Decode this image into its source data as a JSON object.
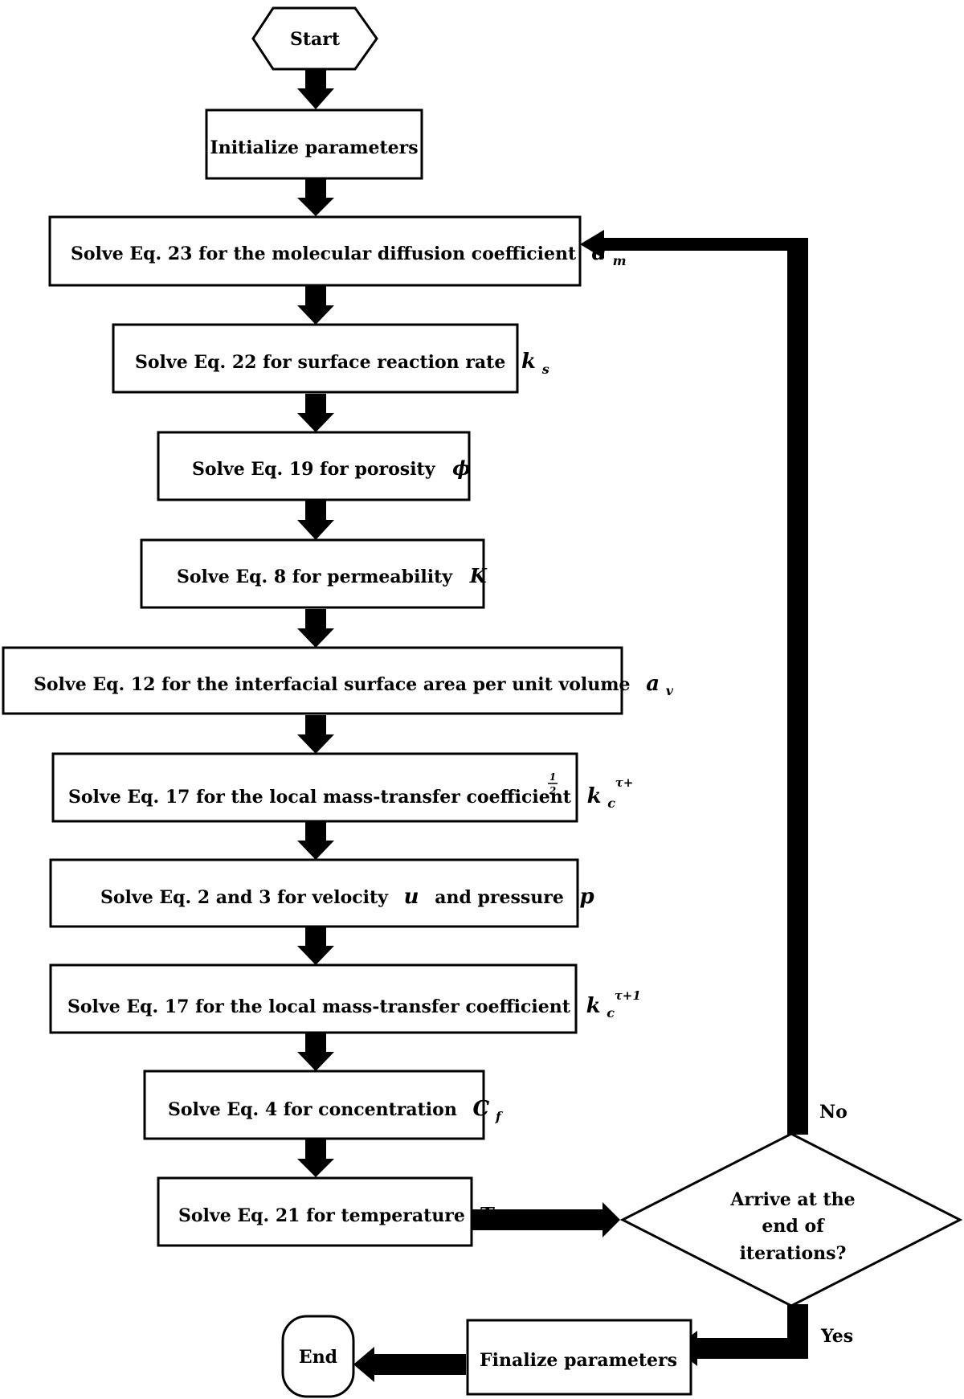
{
  "nodes": {
    "start": "Start",
    "init": "Initialize parameters",
    "dm": {
      "text": "Solve Eq. 23 for the molecular diffusion coefficient",
      "symbol": "d",
      "sub": "m"
    },
    "ks": {
      "text": "Solve Eq. 22 for surface reaction rate",
      "symbol": "k",
      "sub": "s"
    },
    "phi": {
      "text": "Solve Eq. 19 for porosity",
      "symbol": "ϕ"
    },
    "perm": {
      "text": "Solve Eq. 8 for permeability",
      "symbol": "K"
    },
    "av": {
      "text": "Solve Eq. 12 for the interfacial surface area per unit volume",
      "symbol": "a",
      "sub": "v"
    },
    "kc_half": {
      "text": "Solve Eq. 17 for the local mass-transfer coefficient",
      "symbol": "k",
      "sub": "c",
      "sup_pre": "τ+",
      "frac_num": "1",
      "frac_den": "2"
    },
    "vel": {
      "text": "Solve Eq. 2 and 3 for velocity",
      "symbol1": "u",
      "mid": "and pressure",
      "symbol2": "p"
    },
    "kc_full": {
      "text": "Solve Eq. 17 for the local mass-transfer coefficient",
      "symbol": "k",
      "sub": "c",
      "sup": "τ+1"
    },
    "conc": {
      "text": "Solve Eq. 4 for concentration",
      "symbol": "C",
      "sub": "f"
    },
    "temp": {
      "text": "Solve Eq. 21 for temperature",
      "symbol": "T"
    },
    "decision": {
      "line1": "Arrive at the",
      "line2": "end of",
      "line3": "iterations?"
    },
    "finalize": "Finalize parameters",
    "end": "End"
  },
  "edges": {
    "no_label": "No",
    "yes_label": "Yes"
  },
  "colors": {
    "stroke": "#000000",
    "fill": "#ffffff"
  }
}
